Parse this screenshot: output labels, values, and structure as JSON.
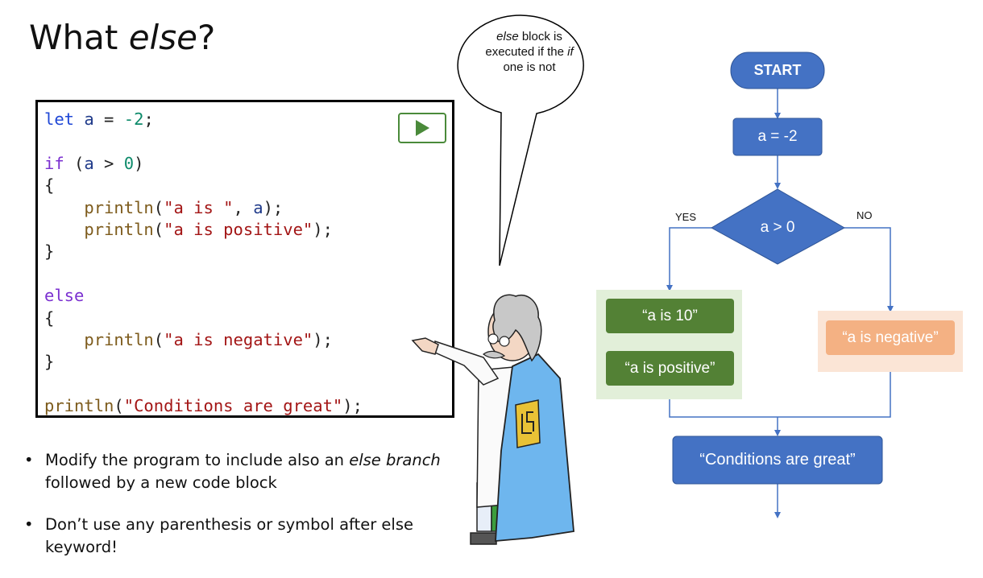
{
  "title": {
    "prefix": "What ",
    "italic": "else",
    "suffix": "?"
  },
  "code": {
    "line1": {
      "kw": "let",
      "var": "a",
      "op": " = ",
      "num": "-2",
      "end": ";"
    },
    "line3": {
      "kw": "if",
      "open": " (",
      "var": "a",
      "op": " > ",
      "num": "0",
      "close": ")"
    },
    "brace_open": "{",
    "brace_close": "}",
    "line5": {
      "fn": "println",
      "open": "(",
      "str": "\"a is \"",
      "sep": ", ",
      "var": "a",
      "end": ");"
    },
    "line6": {
      "fn": "println",
      "open": "(",
      "str": "\"a is positive\"",
      "end": ");"
    },
    "line9": {
      "kw": "else"
    },
    "line11": {
      "fn": "println",
      "open": "(",
      "str": "\"a is negative\"",
      "end": ");"
    },
    "line14": {
      "fn": "println",
      "open": "(",
      "str": "\"Conditions are great\"",
      "end": ");"
    },
    "indent": "    "
  },
  "speech_bubble": {
    "i1": "else",
    "t1": " block is executed if the ",
    "i2": "if",
    "t2": " one is not"
  },
  "bullets": {
    "b1_text": "Modify the program to include also an ",
    "b1_italic": "else branch",
    "b1_tail": " followed by a new code block",
    "b2_text": "Don’t use any parenthesis or symbol after else keyword!"
  },
  "flowchart": {
    "start": "START",
    "assign": "a = -2",
    "decision": "a > 0",
    "yes_label": "YES",
    "no_label": "NO",
    "yes1": "“a is 10”",
    "yes2": "“a is positive”",
    "no1": "“a is negative”",
    "end": "“Conditions are great”"
  },
  "colors": {
    "flow_blue": "#4472c4",
    "flow_blue_dark": "#2f5597",
    "green_box": "#538135",
    "green_bg": "#e2efd9",
    "orange_box": "#f4b183",
    "orange_bg": "#fbe5d6",
    "arrow": "#4472c4"
  }
}
